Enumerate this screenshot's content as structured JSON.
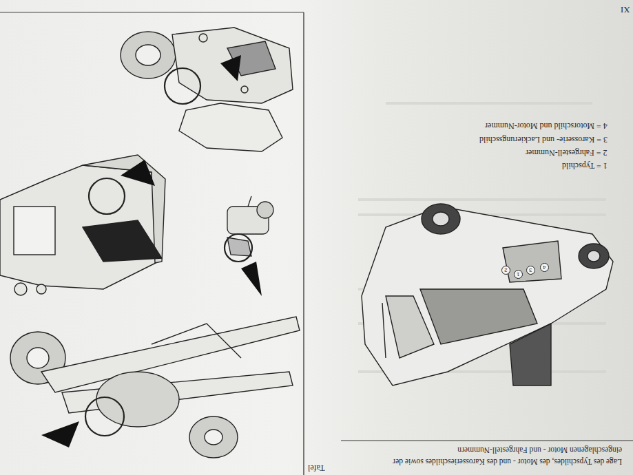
{
  "diagram": {
    "title": "Lage des Typschildes, des Motor - und des Karosserieschildes sowie der eingeschlagenen Motor - und Fahrgestell-Nummern",
    "nodes": [
      {
        "text": [
          "1"
        ]
      },
      {
        "text": [
          "2"
        ]
      },
      {
        "text": [
          "3"
        ]
      },
      {
        "text": [
          "4"
        ]
      }
    ],
    "labels": [
      "XI",
      "1 = Typschild",
      "2 = Fahrgestell-Nummer",
      "3 = Karosserie- und Lackierungsschild",
      "4 = Motorschild und Motor-Nummer",
      "Tafel"
    ]
  }
}
